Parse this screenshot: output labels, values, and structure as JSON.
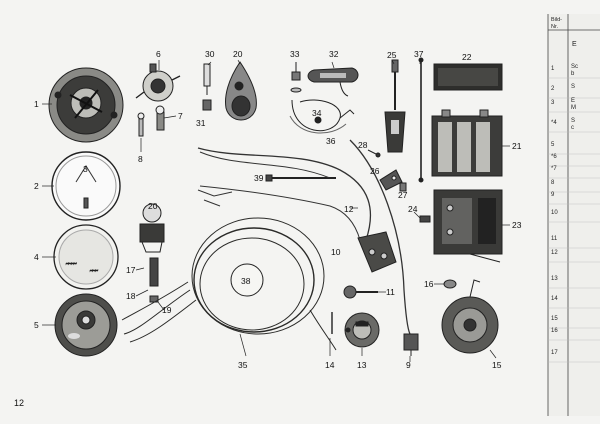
{
  "page_number": "12",
  "parts": [
    {
      "n": "1"
    },
    {
      "n": "2"
    },
    {
      "n": "3"
    },
    {
      "n": "4"
    },
    {
      "n": "5"
    },
    {
      "n": "6"
    },
    {
      "n": "7"
    },
    {
      "n": "8"
    },
    {
      "n": "9"
    },
    {
      "n": "10"
    },
    {
      "n": "11"
    },
    {
      "n": "12"
    },
    {
      "n": "13"
    },
    {
      "n": "14"
    },
    {
      "n": "15"
    },
    {
      "n": "16"
    },
    {
      "n": "17"
    },
    {
      "n": "18"
    },
    {
      "n": "19"
    },
    {
      "n": "20"
    },
    {
      "n": "20"
    },
    {
      "n": "21"
    },
    {
      "n": "22"
    },
    {
      "n": "23"
    },
    {
      "n": "24"
    },
    {
      "n": "25"
    },
    {
      "n": "26"
    },
    {
      "n": "27"
    },
    {
      "n": "28"
    },
    {
      "n": "30"
    },
    {
      "n": "31"
    },
    {
      "n": "32"
    },
    {
      "n": "33"
    },
    {
      "n": "34"
    },
    {
      "n": "35"
    },
    {
      "n": "36"
    },
    {
      "n": "37"
    },
    {
      "n": "38"
    },
    {
      "n": "39"
    }
  ],
  "table_header": {
    "line1": "Bild-",
    "line2": "Nr.",
    "col2": "E"
  },
  "table_rows": [
    {
      "nr": "1",
      "t": "Sc",
      "t2": "b"
    },
    {
      "nr": "2",
      "t": "S"
    },
    {
      "nr": "3",
      "t": "E",
      "t2": "M"
    },
    {
      "nr": "*4",
      "t": "S",
      "t2": "c"
    },
    {
      "nr": "5",
      "t": ""
    },
    {
      "nr": "*6",
      "t": ""
    },
    {
      "nr": "*7",
      "t": ""
    },
    {
      "nr": "8",
      "t": ""
    },
    {
      "nr": "9",
      "t": ""
    },
    {
      "nr": "10",
      "t": ""
    },
    {
      "nr": "11",
      "t": ""
    },
    {
      "nr": "12",
      "t": ""
    },
    {
      "nr": "13",
      "t": ""
    },
    {
      "nr": "14",
      "t": ""
    },
    {
      "nr": "15",
      "t": ""
    },
    {
      "nr": "16",
      "t": ""
    },
    {
      "nr": "17",
      "t": ""
    }
  ]
}
